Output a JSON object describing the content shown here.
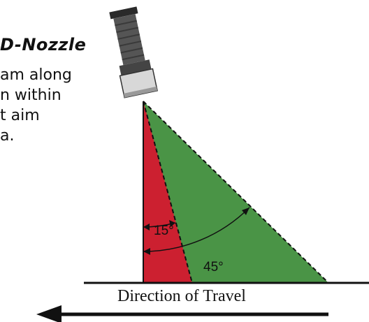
{
  "text": {
    "heading": "D-Nozzle",
    "lines": [
      "am along",
      "n within",
      "t aim",
      "a."
    ]
  },
  "diagram": {
    "angle_small_label": "15°",
    "angle_large_label": "45°",
    "caption": "Direction of Travel"
  },
  "colors": {
    "red_wedge": "#cc2030",
    "green_wedge": "#4a9446",
    "nozzle_body": "#555555",
    "nozzle_band": "#d8d8d8",
    "line": "#111111"
  },
  "icons": {
    "nozzle": "spray-nozzle-icon",
    "arrow": "arrow-left-icon"
  }
}
